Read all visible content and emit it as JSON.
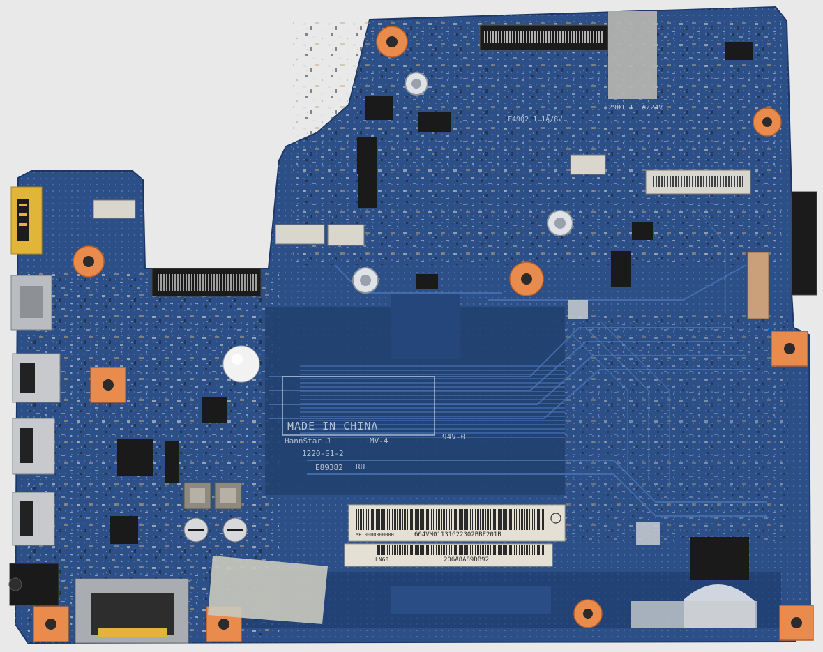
{
  "photo": {
    "subject": "laptop-motherboard",
    "colors": {
      "background": "#e9e9ea",
      "pcb": "#2b4f86",
      "pcb_dark": "#1f3d6e",
      "trace": "#3d66a6",
      "pad_copper": "#e98b4c",
      "metal": "#b9bcc0",
      "label_paper": "#e4e0d3",
      "tape": "#c8c8c4"
    }
  },
  "markings": {
    "fuse_label_1": "F4902 1 1A/8V",
    "fuse_label_2": "F2901 1 1A/24V",
    "made_in": "MADE IN CHINA",
    "vendor": "HannStar J",
    "model_rev": "MV-4",
    "flammability": "94V-0",
    "date_code": "1220-S1-2",
    "ul_code": "E89382",
    "ul_mark": "RU"
  },
  "labels": {
    "barcode_label_1": "664VM01131G22302BBF201B",
    "barcode_label_1_prefix": "MB 0000000000",
    "barcode_label_2": "206A8A89DB92",
    "barcode_label_2_prefix": "LN60"
  }
}
